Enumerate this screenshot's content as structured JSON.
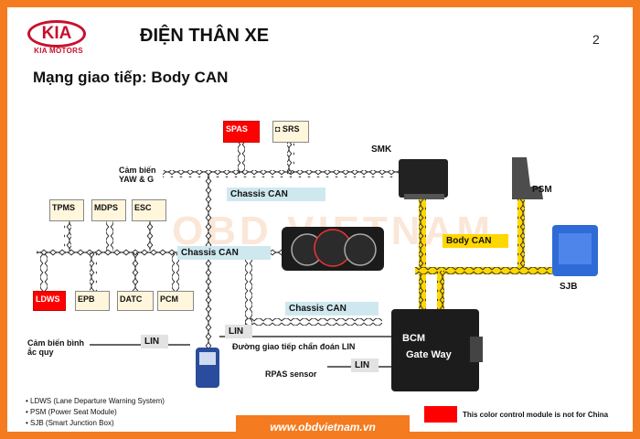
{
  "header": {
    "logo": "KIA",
    "logo_sub": "KIA MOTORS",
    "title": "ĐIỆN THÂN XE",
    "page_number": "2"
  },
  "subtitle": "Mạng giao tiếp: Body CAN",
  "modules": {
    "spas": "SPAS",
    "srs": "◘ SRS",
    "yaw": "Cảm biến\nYAW & G",
    "tpms": "TPMS",
    "mdps": "MDPS",
    "esc": "ESC",
    "ldws": "LDWS",
    "epb": "EPB",
    "datc": "DATC",
    "pcm": "PCM",
    "smk": "SMK",
    "psm": "PSM",
    "sjb": "SJB",
    "bcm": "BCM",
    "gateway": "Gate Way"
  },
  "buses": {
    "chassis_can_1": "Chassis  CAN",
    "chassis_can_2": "Chassis  CAN",
    "chassis_can_3": "Chassis  CAN",
    "body_can": "Body CAN",
    "lin_1": "LIN",
    "lin_2": "LIN",
    "lin_3": "LIN"
  },
  "labels": {
    "battery_sensor": "Cảm biến bình\nắc quy",
    "lin_diag": "Đường giao tiếp chẩn đoán LIN",
    "rpas": "RPAS sensor"
  },
  "notes": [
    "• LDWS (Lane Departure Warning System)",
    "• PSM (Power Seat Module)",
    "• SJB (Smart Junction Box)"
  ],
  "legend": "This color control module is not for China",
  "footer_url": "www.obdvietnam.vn",
  "watermark": "OBD VIETNAM",
  "colors": {
    "accent": "#f47b20",
    "brand": "#c8102e",
    "not_china": "#ff0000",
    "body_can": "#ffd700",
    "chassis_can": "#cfe8ef"
  }
}
